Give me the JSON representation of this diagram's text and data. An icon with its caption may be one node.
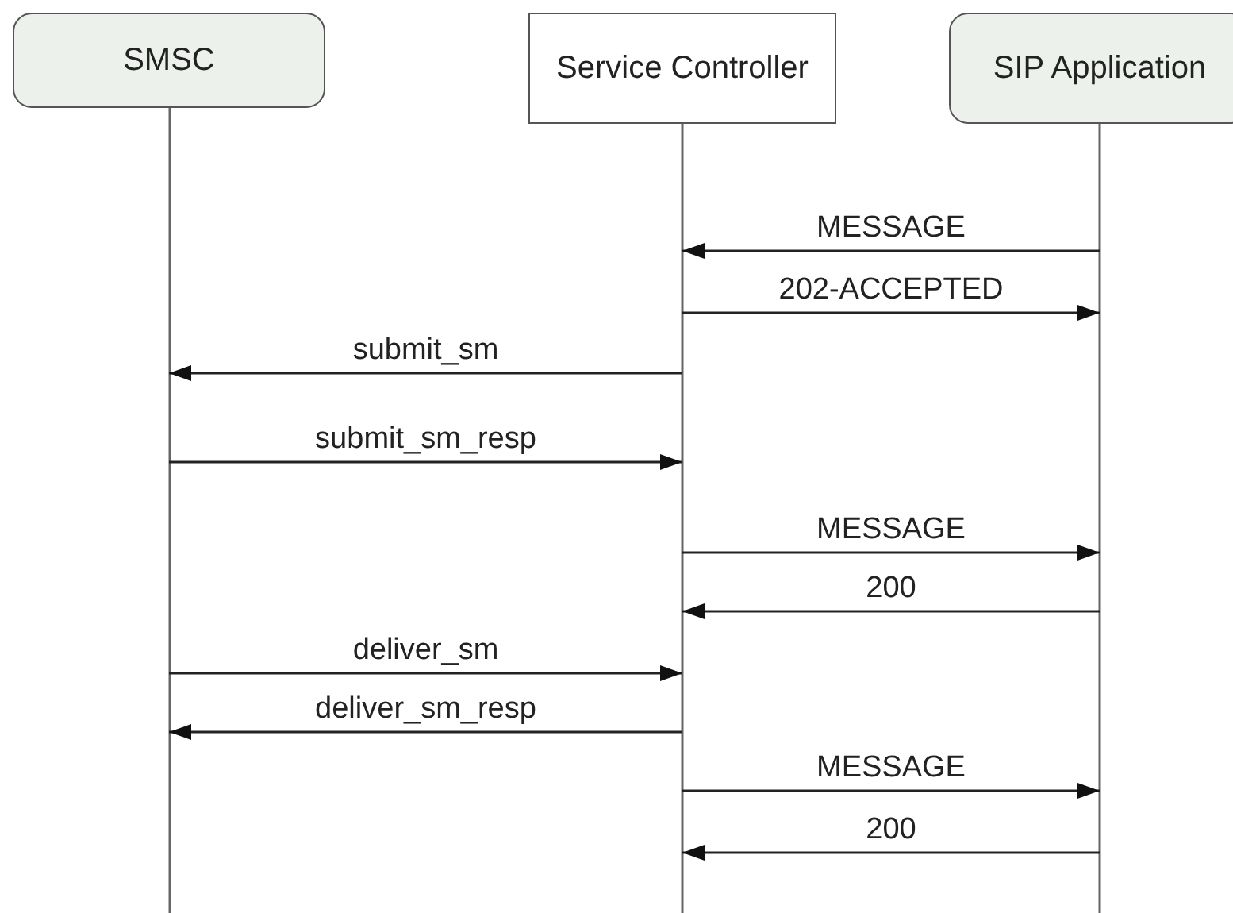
{
  "diagram": {
    "nodes": [
      {
        "text": [
          "SMSC"
        ]
      },
      {
        "text": [
          "Service Controller"
        ]
      },
      {
        "text": [
          "SIP Application"
        ]
      }
    ],
    "edges": [
      {
        "from": 2,
        "to": 1,
        "arrow": "to",
        "label": "MESSAGE"
      },
      {
        "from": 1,
        "to": 2,
        "arrow": "to",
        "label": "202-ACCEPTED"
      },
      {
        "from": 1,
        "to": 0,
        "arrow": "to",
        "label": "submit_sm"
      },
      {
        "from": 0,
        "to": 1,
        "arrow": "to",
        "label": "submit_sm_resp"
      },
      {
        "from": 1,
        "to": 2,
        "arrow": "to",
        "label": "MESSAGE"
      },
      {
        "from": 2,
        "to": 1,
        "arrow": "to",
        "label": "200"
      },
      {
        "from": 0,
        "to": 1,
        "arrow": "to",
        "label": "deliver_sm"
      },
      {
        "from": 1,
        "to": 0,
        "arrow": "to",
        "label": "deliver_sm_resp"
      },
      {
        "from": 1,
        "to": 2,
        "arrow": "to",
        "label": "MESSAGE"
      },
      {
        "from": 2,
        "to": 1,
        "arrow": "to",
        "label": "200"
      }
    ]
  }
}
